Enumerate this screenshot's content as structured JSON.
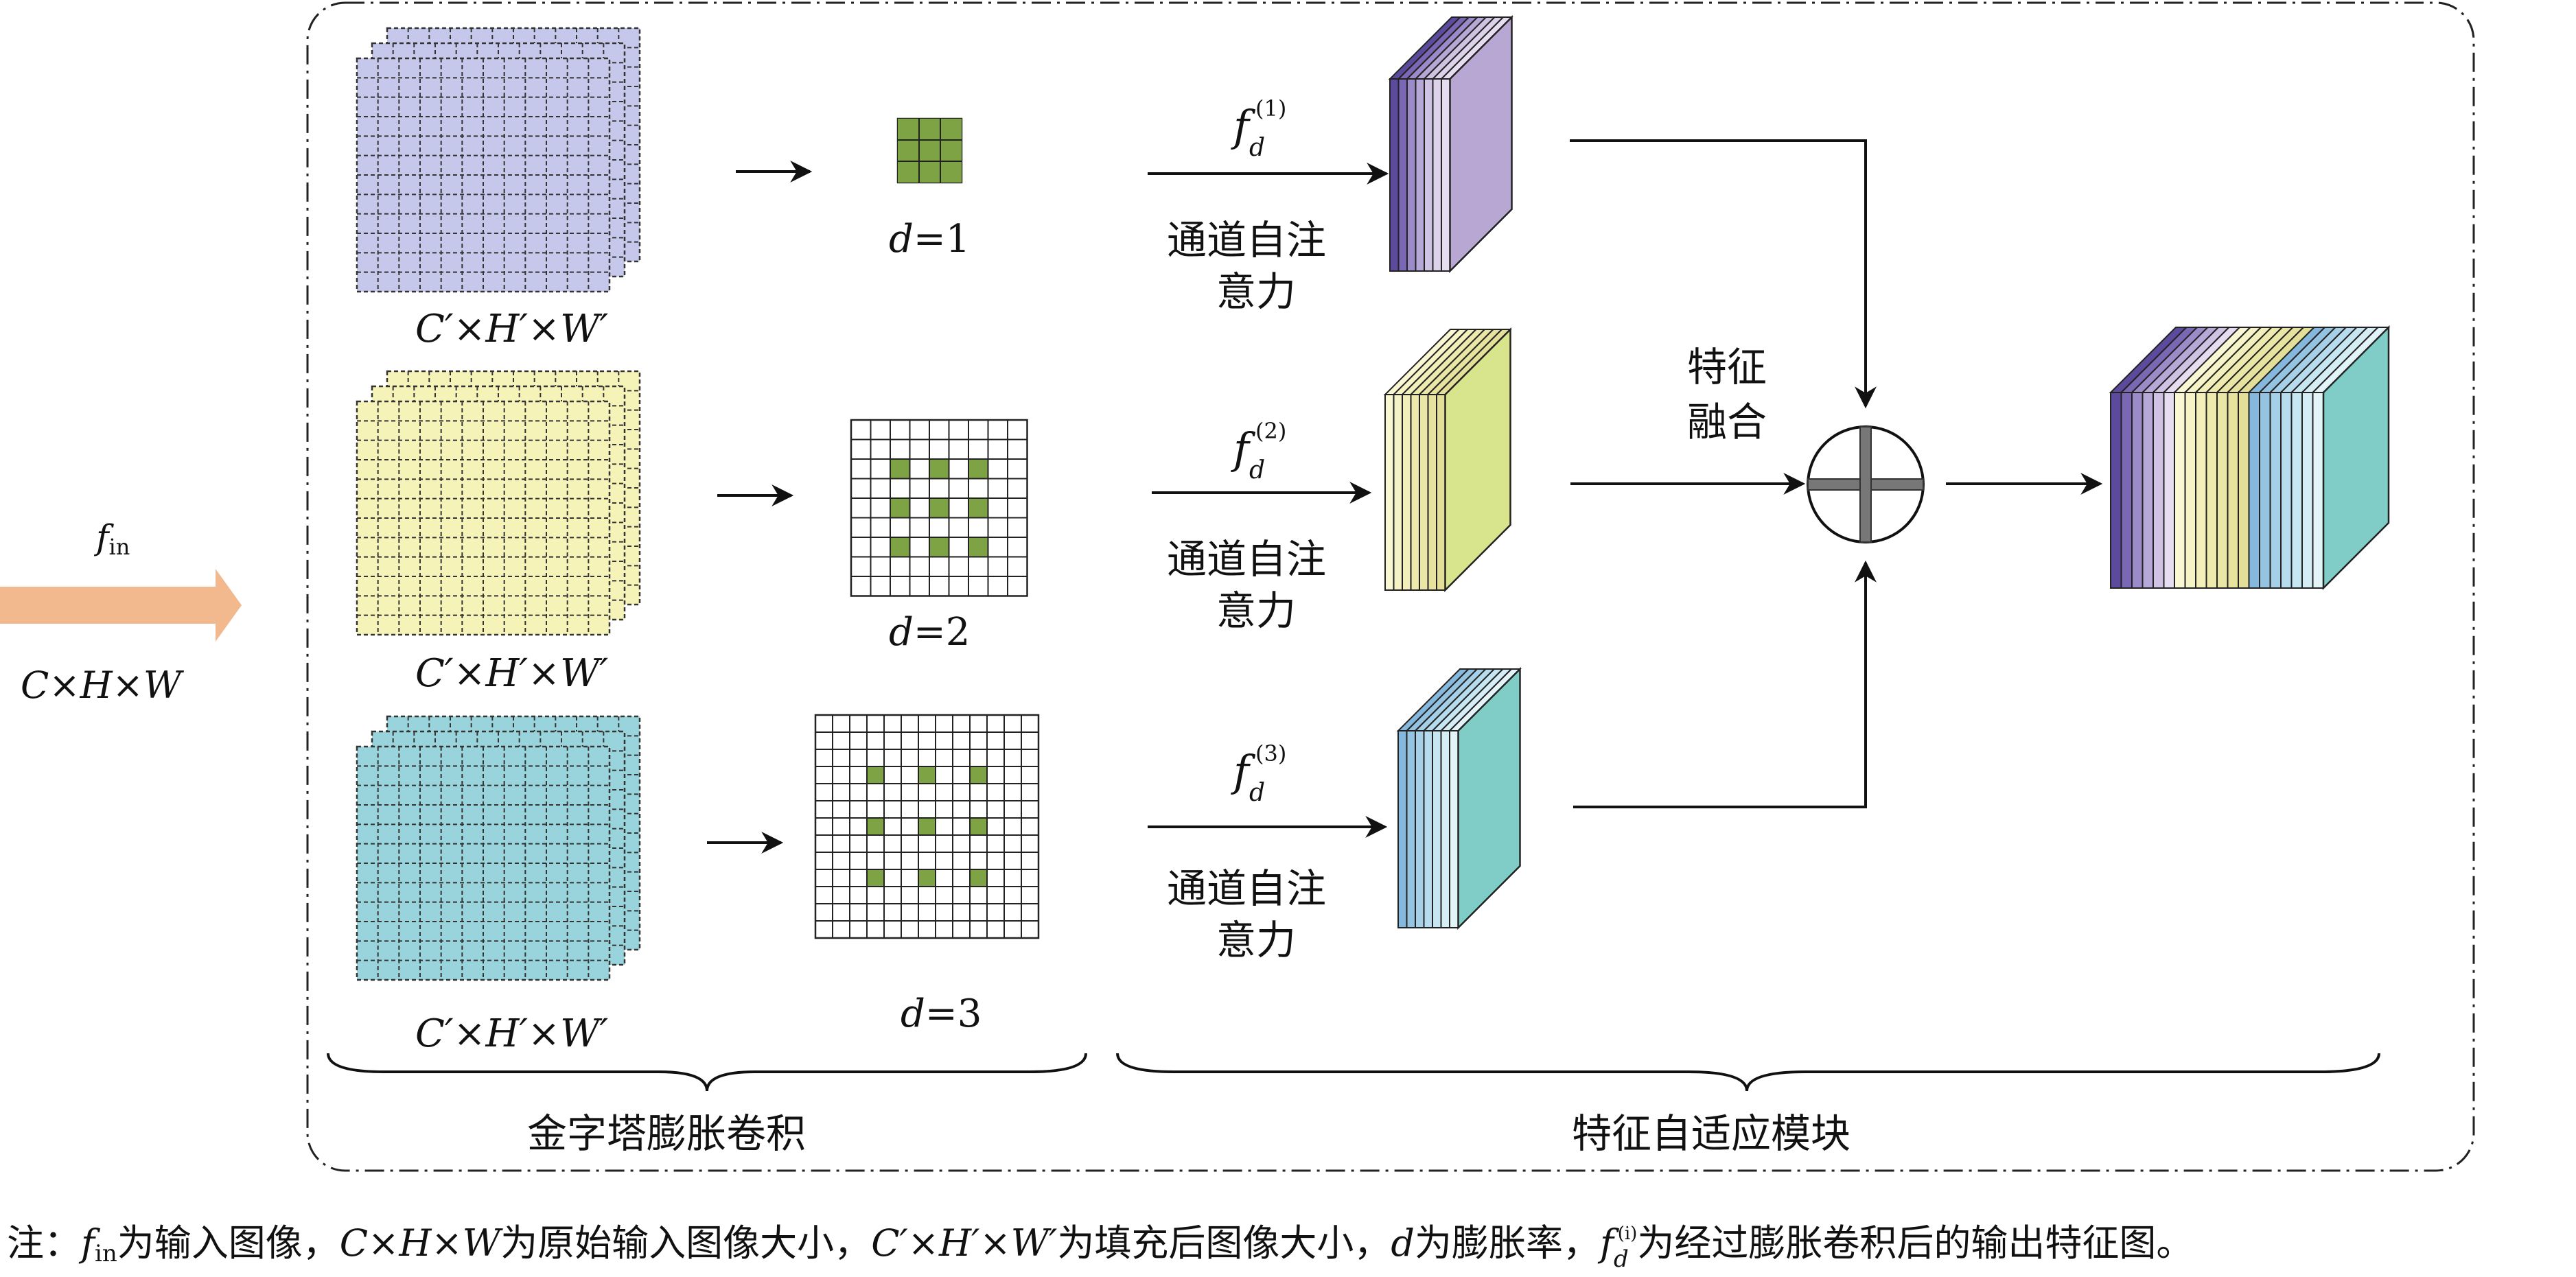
{
  "input": {
    "f": "f",
    "f_sub": "in",
    "size": "C×H×W"
  },
  "branches": [
    {
      "size_label": "C′×H′×W′",
      "d_var": "d",
      "d_value": "=1",
      "f": "f",
      "f_sub": "d",
      "f_sup": "(1)",
      "attention_line1": "通道自注",
      "attention_line2": "意力",
      "kernel_dilation": 1,
      "sheet_color": "#c5c8ea",
      "kernel_color": "#7ea344",
      "feature_colors": [
        "#5c4a9c",
        "#7a68b4",
        "#9b8bc8",
        "#b7a9d7",
        "#cfc2e3",
        "#dcd2ea",
        "#e6def0"
      ],
      "feature_face": "#b8a6d3"
    },
    {
      "size_label": "C′×H′×W′",
      "d_var": "d",
      "d_value": "=2",
      "f": "f",
      "f_sub": "d",
      "f_sup": "(2)",
      "attention_line1": "通道自注",
      "attention_line2": "意力",
      "kernel_dilation": 2,
      "sheet_color": "#f6f3b9",
      "kernel_color": "#7ea344",
      "feature_colors": [
        "#f9f8d2",
        "#f6f4c6",
        "#f2efba",
        "#eeeaae",
        "#eae7a6",
        "#e7e39f",
        "#e3df98"
      ],
      "feature_face": "#d9e58c"
    },
    {
      "size_label": "C′×H′×W′",
      "d_var": "d",
      "d_value": "=3",
      "f": "f",
      "f_sub": "d",
      "f_sup": "(3)",
      "attention_line1": "通道自注",
      "attention_line2": "意力",
      "kernel_dilation": 3,
      "sheet_color": "#99d4dd",
      "kernel_color": "#7ea344",
      "feature_colors": [
        "#85b8dc",
        "#95c4e2",
        "#a5d0e8",
        "#b6dcee",
        "#c6e6f2",
        "#d5eef6",
        "#e2f4f8"
      ],
      "feature_face": "#80cdc8"
    }
  ],
  "fusion": {
    "line1": "特征",
    "line2": "融合"
  },
  "sections": {
    "pyramid": "金字塔膨胀卷积",
    "adaptive": "特征自适应模块"
  },
  "note": {
    "prefix": "注：",
    "f": "f",
    "f_sub": "in",
    "t1": "为输入图像，",
    "size1": "C×H×W",
    "t2": "为原始输入图像大小，",
    "size2": "C′×H′×W′",
    "t3": "为填充后图像大小，",
    "d": "d",
    "t4": "为膨胀率，",
    "f2": "f",
    "f2_sub": "d",
    "f2_sup": "(i)",
    "t5": "为经过膨胀卷积后的输出特征图。"
  },
  "colors": {
    "input_arrow": "#f2b98e",
    "output_stack": [
      "#5c4a9c",
      "#7a68b4",
      "#9b8bc8",
      "#b7a9d7",
      "#cfc2e3",
      "#e6def0",
      "#f9f8d2",
      "#f6f4c6",
      "#f2efba",
      "#eeeaae",
      "#eae7a6",
      "#e7e39f",
      "#e3df98",
      "#85b8dc",
      "#95c4e2",
      "#a5d0e8",
      "#b6dcee",
      "#c6e6f2",
      "#d5eef6",
      "#e2f4f8"
    ],
    "output_face": "#80cdc8"
  }
}
